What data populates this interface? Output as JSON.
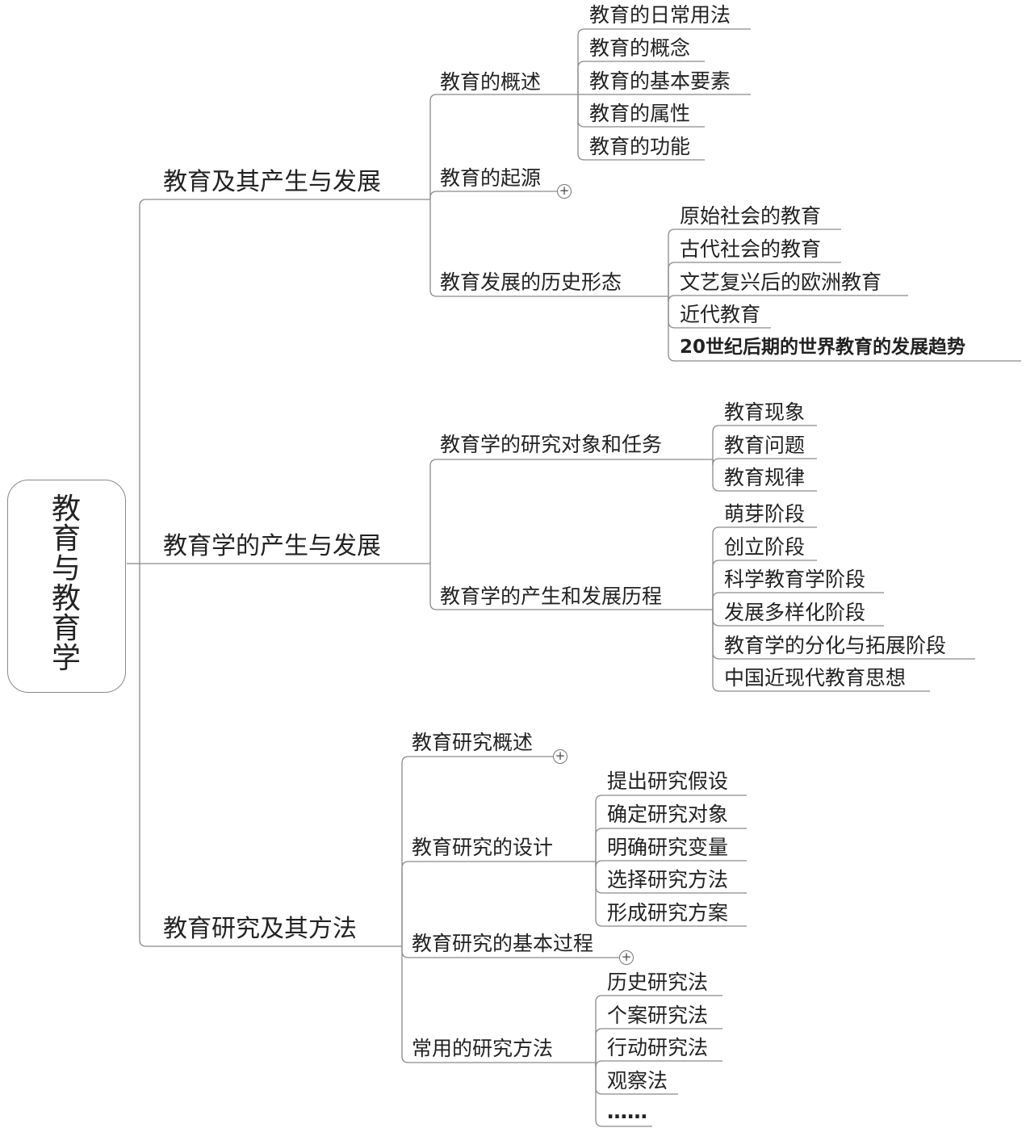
{
  "root": {
    "label": "教育与教育学"
  },
  "branches": [
    {
      "label": "教育及其产生与发展",
      "children": [
        {
          "label": "教育的概述",
          "collapsed": false,
          "children": [
            "教育的日常用法",
            "教育的概念",
            "教育的基本要素",
            "教育的属性",
            "教育的功能"
          ]
        },
        {
          "label": "教育的起源",
          "collapsed": true,
          "children": []
        },
        {
          "label": "教育发展的历史形态",
          "collapsed": false,
          "children": [
            "原始社会的教育",
            "古代社会的教育",
            "文艺复兴后的欧洲教育",
            "近代教育",
            "20世纪后期的世界教育的发展趋势"
          ]
        }
      ]
    },
    {
      "label": "教育学的产生与发展",
      "children": [
        {
          "label": "教育学的研究对象和任务",
          "collapsed": false,
          "children": [
            "教育现象",
            "教育问题",
            "教育规律"
          ]
        },
        {
          "label": "教育学的产生和发展历程",
          "collapsed": false,
          "children": [
            "萌芽阶段",
            "创立阶段",
            "科学教育学阶段",
            "发展多样化阶段",
            "教育学的分化与拓展阶段",
            "中国近现代教育思想"
          ]
        }
      ]
    },
    {
      "label": "教育研究及其方法",
      "children": [
        {
          "label": "教育研究概述",
          "collapsed": true,
          "children": []
        },
        {
          "label": "教育研究的设计",
          "collapsed": false,
          "children": [
            "提出研究假设",
            "确定研究对象",
            "明确研究变量",
            "选择研究方法",
            "形成研究方案"
          ]
        },
        {
          "label": "教育研究的基本过程",
          "collapsed": true,
          "children": []
        },
        {
          "label": "常用的研究方法",
          "collapsed": false,
          "children": [
            "历史研究法",
            "个案研究法",
            "行动研究法",
            "观察法",
            "……"
          ]
        }
      ]
    }
  ],
  "colors": {
    "line": "#8a8a8a",
    "text": "#222222",
    "root_border": "#888888"
  }
}
